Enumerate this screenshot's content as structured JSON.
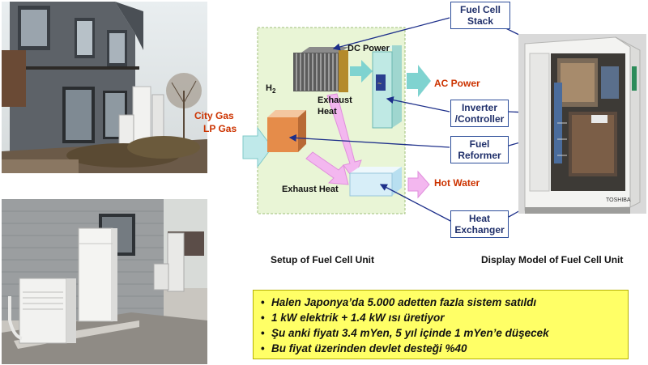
{
  "diagram": {
    "inputs": {
      "city_gas": "City Gas",
      "lp_gas": "LP Gas"
    },
    "labels": {
      "h2_main": "H",
      "h2_sub": "2",
      "dc_power": "DC Power",
      "exhaust_heat_1_line1": "Exhaust",
      "exhaust_heat_1_line2": "Heat",
      "exhaust_heat_2": "Exhaust Heat",
      "ac_power": "AC Power",
      "hot_water": "Hot Water",
      "setup_caption": "Setup of Fuel Cell Unit",
      "display_caption": "Display Model of Fuel Cell Unit"
    },
    "callouts": {
      "fuel_cell_stack": [
        "Fuel Cell",
        "Stack"
      ],
      "inverter_controller": [
        "Inverter",
        "/Controller"
      ],
      "fuel_reformer": [
        "Fuel",
        "Reformer"
      ],
      "heat_exchanger": [
        "Heat",
        "Exchanger"
      ]
    },
    "brand_mark": "TOSHIBA",
    "colors": {
      "red_label": "#cc3300",
      "panel_green": "#e9f5d6",
      "arrow_teal": "#7fd3d0",
      "arrow_pink": "#f3b7ef",
      "callout_border": "#2d4e9a",
      "bullet_bg": "#ffff66"
    }
  },
  "bullets": [
    "Halen Japonya’da 5.000 adetten fazla sistem satıldı",
    "1 kW elektrik + 1.4 kW ısı üretiyor",
    "Şu anki fiyatı 3.4 mYen, 5 yıl içinde 1 mYen’e düşecek",
    "Bu fiyat üzerinden devlet desteği %40"
  ]
}
